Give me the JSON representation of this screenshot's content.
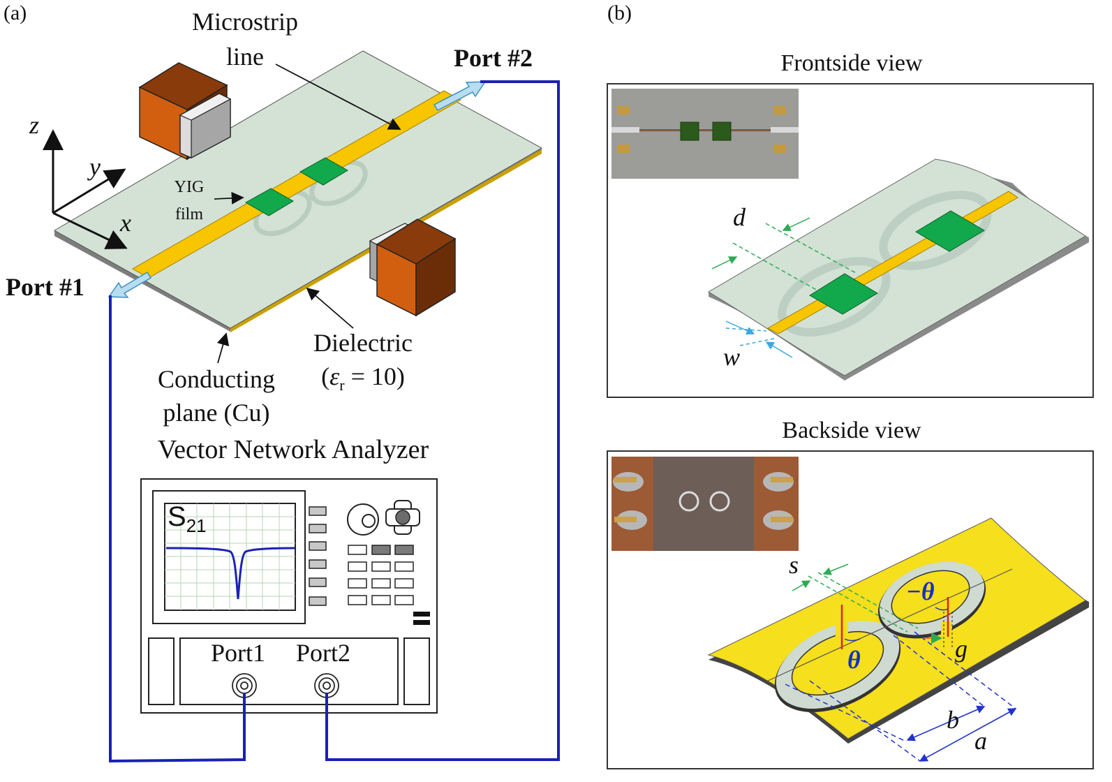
{
  "panel_a": {
    "tag": "(a)",
    "microstrip_line_1": "Microstrip",
    "microstrip_line_2": "line",
    "port2": "Port #2",
    "port1": "Port #1",
    "axis_z": "z",
    "axis_y": "y",
    "axis_x": "x",
    "yig_1": "YIG",
    "yig_2": "film",
    "dielectric_1": "Dielectric",
    "dielectric_2_pre": "(",
    "dielectric_eps": "ε",
    "dielectric_sub": "r",
    "dielectric_2_post": " = 10)",
    "conducting_1": "Conducting",
    "conducting_2": "plane (Cu)",
    "vna_title": "Vector Network Analyzer",
    "s_param": "S",
    "s_param_sub": "21",
    "vna_port1": "Port1",
    "vna_port2": "Port2"
  },
  "panel_b": {
    "tag": "(b)",
    "front_title": "Frontside view",
    "back_title": "Backside view",
    "d": "d",
    "w": "w",
    "s": "s",
    "g": "g",
    "b": "b",
    "a": "a",
    "theta": "θ",
    "neg_theta": "−θ"
  },
  "colors": {
    "board": "#d3e2d5",
    "strip": "#f7c600",
    "yig": "#12a84c",
    "magnet_orange": "#d25f10",
    "magnet_dark": "#6b2d08",
    "cable": "#1a21b5",
    "back_gold": "#f6df1c"
  }
}
